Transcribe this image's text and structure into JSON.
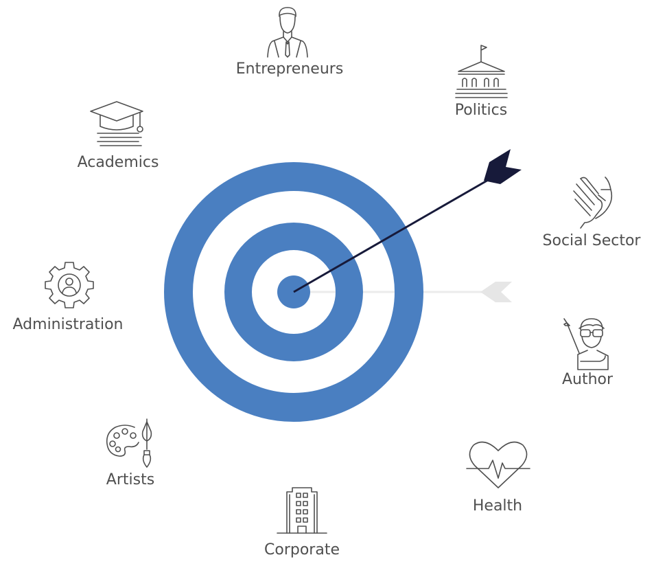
{
  "colors": {
    "target": "#4a7fc1",
    "arrow": "#171a3a",
    "ghost_arrow": "#e6e6e6",
    "icon_stroke": "#4f4f4f",
    "text": "#4f4f4f"
  },
  "sectors": [
    {
      "label": "Entrepreneurs",
      "icon": "businessman-icon"
    },
    {
      "label": "Politics",
      "icon": "government-building-icon"
    },
    {
      "label": "Social Sector",
      "icon": "helping-hands-icon"
    },
    {
      "label": "Author",
      "icon": "writer-with-pen-icon"
    },
    {
      "label": "Health",
      "icon": "heart-pulse-icon"
    },
    {
      "label": "Corporate",
      "icon": "office-building-icon"
    },
    {
      "label": "Artists",
      "icon": "paint-palette-icon"
    },
    {
      "label": "Administration",
      "icon": "gear-person-icon"
    },
    {
      "label": "Academics",
      "icon": "graduation-cap-icon"
    }
  ]
}
